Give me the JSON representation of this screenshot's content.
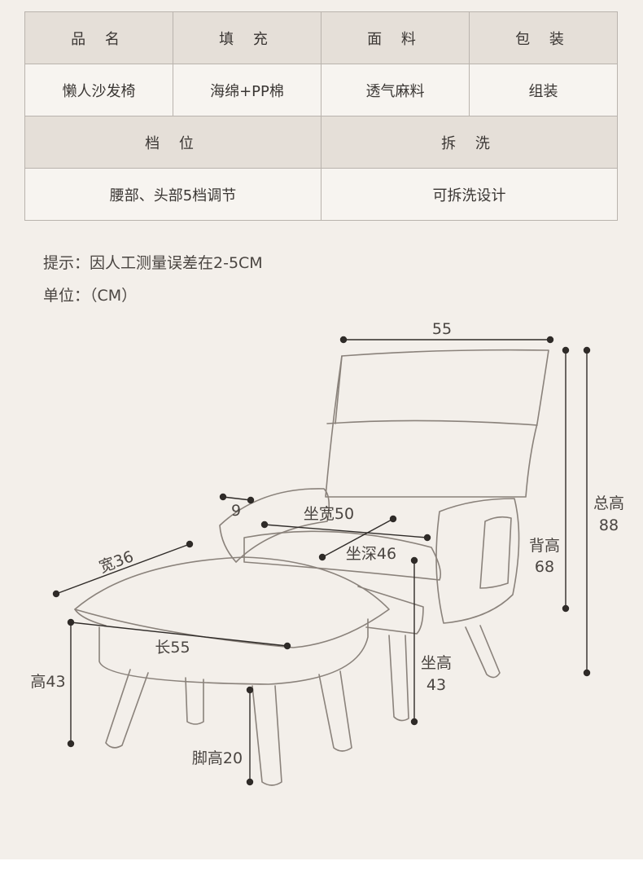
{
  "table": {
    "headers_row1": [
      "品 名",
      "填 充",
      "面 料",
      "包 装"
    ],
    "values_row1": [
      "懒人沙发椅",
      "海绵+PP棉",
      "透气麻料",
      "组装"
    ],
    "headers_row2": [
      "档 位",
      "拆 洗"
    ],
    "values_row2": [
      "腰部、头部5档调节",
      "可拆洗设计"
    ]
  },
  "notes": {
    "tip": "提示：因人工测量误差在2-5CM",
    "unit": "单位：（CM）"
  },
  "dimensions": {
    "top_width": "55",
    "armrest": "9",
    "seat_width": "坐宽50",
    "seat_depth": "坐深46",
    "stool_width": "宽36",
    "stool_length": "长55",
    "stool_height": "高43",
    "leg_height": "脚高20",
    "seat_height_label": "坐高",
    "seat_height_value": "43",
    "back_height_label": "背高",
    "back_height_value": "68",
    "total_height_label": "总高",
    "total_height_value": "88"
  }
}
